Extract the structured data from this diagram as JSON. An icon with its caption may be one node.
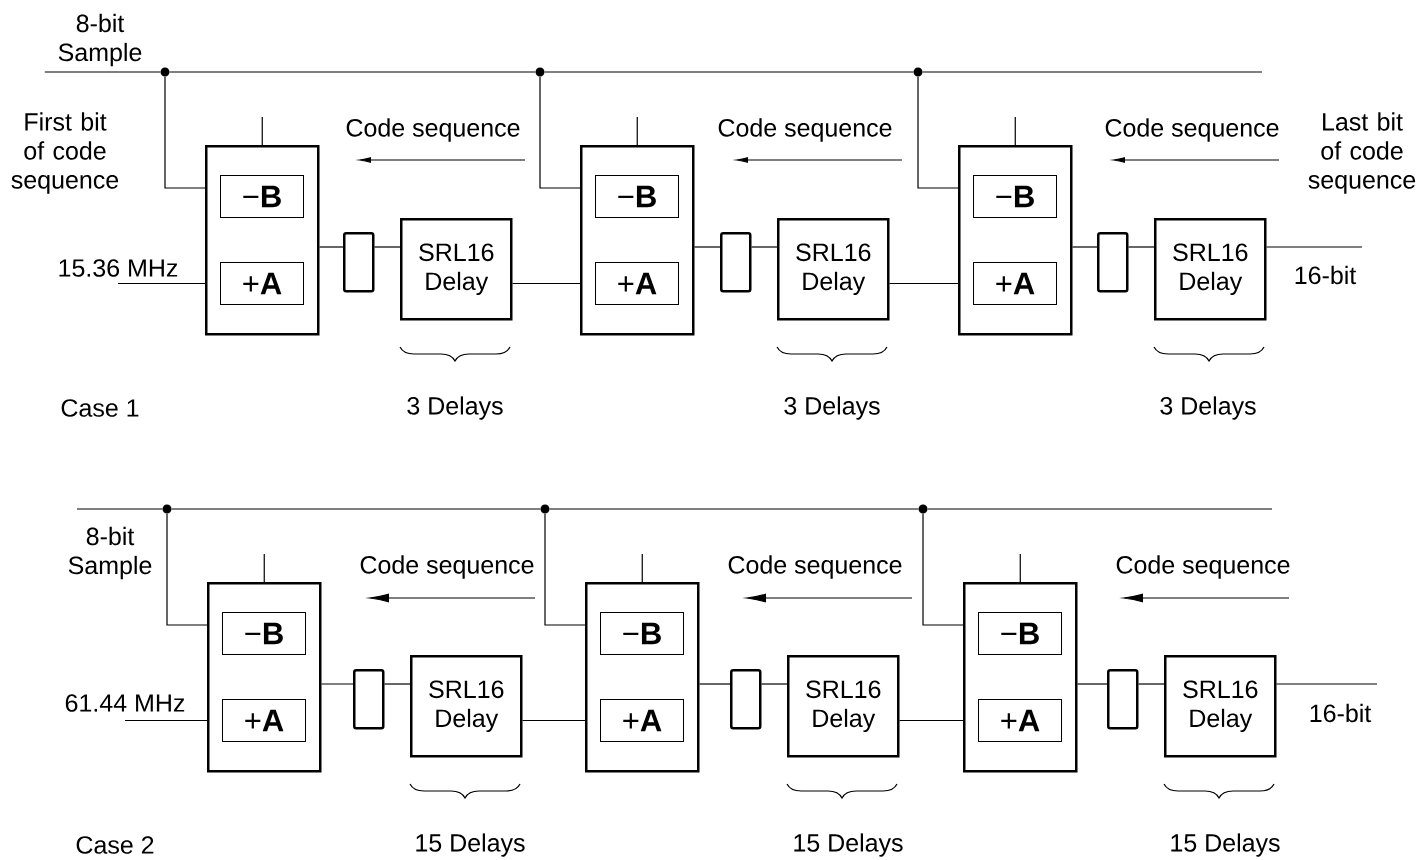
{
  "diagram": {
    "nodes": [
      {
        "text": [],
        "shape": "box"
      },
      {
        "text": [
          "−**B**"
        ],
        "in": 0
      },
      {
        "text": [
          "+**A**"
        ],
        "in": 0
      },
      {
        "text": [],
        "shape": "box"
      },
      {
        "text": [
          "SRL16 Delay"
        ]
      },
      {
        "text": [],
        "shape": "box"
      },
      {
        "text": [
          "−**B**"
        ],
        "in": 5
      },
      {
        "text": [
          "+**A**"
        ],
        "in": 5
      },
      {
        "text": [],
        "shape": "box"
      },
      {
        "text": [
          "SRL16 Delay"
        ]
      },
      {
        "text": [],
        "shape": "box"
      },
      {
        "text": [
          "−**B**"
        ],
        "in": 10
      },
      {
        "text": [
          "+**A**"
        ],
        "in": 10
      },
      {
        "text": [],
        "shape": "box"
      },
      {
        "text": [
          "SRL16 Delay"
        ]
      },
      {
        "text": [],
        "shape": "box"
      },
      {
        "text": [
          "−**B**"
        ],
        "in": 15
      },
      {
        "text": [
          "+**A**"
        ],
        "in": 15
      },
      {
        "text": [],
        "shape": "box"
      },
      {
        "text": [
          "SRL16 Delay"
        ]
      },
      {
        "text": [],
        "shape": "box"
      },
      {
        "text": [
          "−**B**"
        ],
        "in": 20
      },
      {
        "text": [
          "+**A**"
        ],
        "in": 20
      },
      {
        "text": [],
        "shape": "box"
      },
      {
        "text": [
          "SRL16 Delay"
        ]
      },
      {
        "text": [],
        "shape": "box"
      },
      {
        "text": [
          "−**B**"
        ],
        "in": 25
      },
      {
        "text": [
          "+**A**"
        ],
        "in": 25
      },
      {
        "text": [],
        "shape": "box"
      },
      {
        "text": [
          "SRL16 Delay"
        ]
      },
      {
        "text": [],
        "shape": "circle"
      },
      {
        "text": [],
        "shape": "circle"
      },
      {
        "text": [],
        "shape": "circle"
      },
      {
        "text": [],
        "shape": "circle"
      },
      {
        "text": [],
        "shape": "circle"
      },
      {
        "text": [],
        "shape": "circle"
      },
      {
        "text": [
          "8-bit Sample"
        ]
      },
      {
        "text": [
          "15.36 MHz"
        ]
      },
      {
        "text": [
          "61.44 MHz"
        ]
      }
    ],
    "edges": [
      {
        "from": 30,
        "to": 0,
        "arrow": "none"
      },
      {
        "from": 31,
        "to": 5,
        "arrow": "none"
      },
      {
        "from": 32,
        "to": 10,
        "arrow": "none"
      },
      {
        "from": 37,
        "to": 0,
        "arrow": "none"
      },
      {
        "from": null,
        "to": 0,
        "arrow": "none"
      },
      {
        "from": null,
        "to": 5,
        "arrow": "none"
      },
      {
        "from": null,
        "to": 10,
        "arrow": "none"
      },
      {
        "from": 0,
        "to": 3,
        "arrow": "none"
      },
      {
        "from": 3,
        "to": 4,
        "arrow": "none"
      },
      {
        "from": 4,
        "to": 5,
        "arrow": "none"
      },
      {
        "from": 5,
        "to": 8,
        "arrow": "none"
      },
      {
        "from": 8,
        "to": 9,
        "arrow": "none"
      },
      {
        "from": 9,
        "to": 10,
        "arrow": "none"
      },
      {
        "from": 10,
        "to": 13,
        "arrow": "none"
      },
      {
        "from": 13,
        "to": 14,
        "arrow": "none"
      },
      {
        "from": 14,
        "to": null,
        "arrow": "none"
      },
      {
        "from": 33,
        "to": 15,
        "arrow": "none"
      },
      {
        "from": 34,
        "to": 20,
        "arrow": "none"
      },
      {
        "from": 35,
        "to": 25,
        "arrow": "none"
      },
      {
        "from": 38,
        "to": 15,
        "arrow": "none"
      },
      {
        "from": null,
        "to": 15,
        "arrow": "none"
      },
      {
        "from": null,
        "to": 20,
        "arrow": "none"
      },
      {
        "from": null,
        "to": 25,
        "arrow": "none"
      },
      {
        "from": 15,
        "to": 18,
        "arrow": "none"
      },
      {
        "from": 18,
        "to": 19,
        "arrow": "none"
      },
      {
        "from": 19,
        "to": 20,
        "arrow": "none"
      },
      {
        "from": 20,
        "to": 23,
        "arrow": "none"
      },
      {
        "from": 23,
        "to": 24,
        "arrow": "none"
      },
      {
        "from": 24,
        "to": 25,
        "arrow": "none"
      },
      {
        "from": 25,
        "to": 28,
        "arrow": "none"
      },
      {
        "from": 28,
        "to": 29,
        "arrow": "none"
      },
      {
        "from": 29,
        "to": null,
        "arrow": "none"
      },
      {
        "from": 36,
        "to": 30,
        "arrow": "none"
      },
      {
        "from": 30,
        "to": 31,
        "arrow": "none"
      },
      {
        "from": 31,
        "to": 32,
        "arrow": "none"
      },
      {
        "from": 32,
        "to": null,
        "arrow": "none"
      },
      {
        "from": null,
        "to": 33,
        "arrow": "none"
      },
      {
        "from": 33,
        "to": 34,
        "arrow": "none"
      },
      {
        "from": 34,
        "to": 35,
        "arrow": "none"
      },
      {
        "from": 35,
        "to": null,
        "arrow": "none"
      }
    ],
    "labels": [
      "First bit of code sequence",
      "Code sequence",
      "Code sequence",
      "Code sequence",
      "Last bit of code sequence",
      "16-bit",
      "Case 1",
      "3 Delays",
      "3 Delays",
      "3 Delays",
      "8-bit Sample",
      "Code sequence",
      "Code sequence",
      "Code sequence",
      "16-bit",
      "Case 2",
      "15 Delays",
      "15 Delays",
      "15 Delays"
    ]
  }
}
